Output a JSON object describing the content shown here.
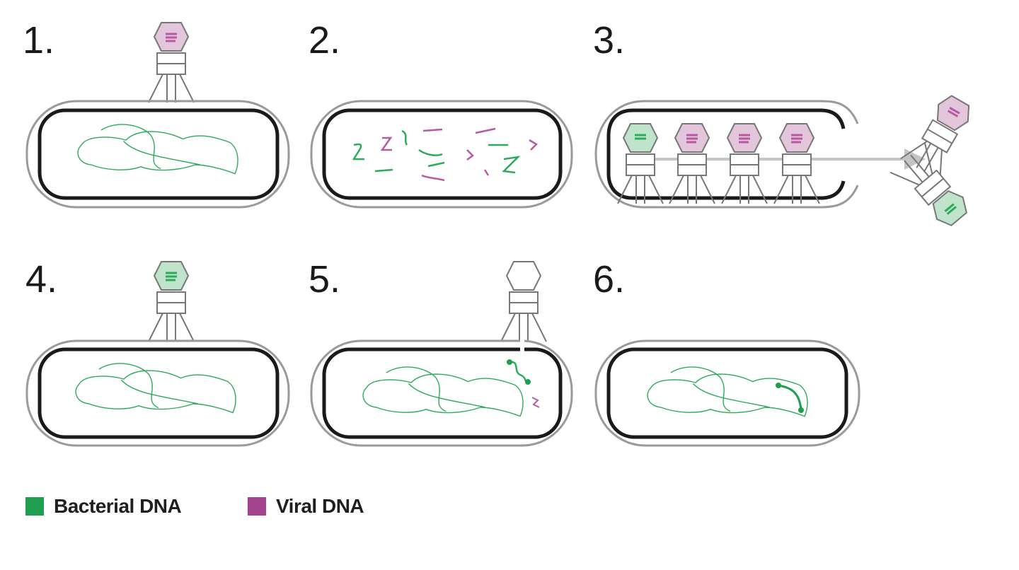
{
  "steps": [
    "1.",
    "2.",
    "3.",
    "4.",
    "5.",
    "6."
  ],
  "legend": [
    {
      "label": "Bacterial DNA",
      "color": "#1e9e4e"
    },
    {
      "label": "Viral DNA",
      "color": "#a4448e"
    }
  ],
  "colors": {
    "bacterial_dna": "#2eab5a",
    "viral_dna": "#b85aa2",
    "cell_wall": "#1a1a1a",
    "outline": "#9a9a9a",
    "arrow": "#c4c4c4"
  }
}
